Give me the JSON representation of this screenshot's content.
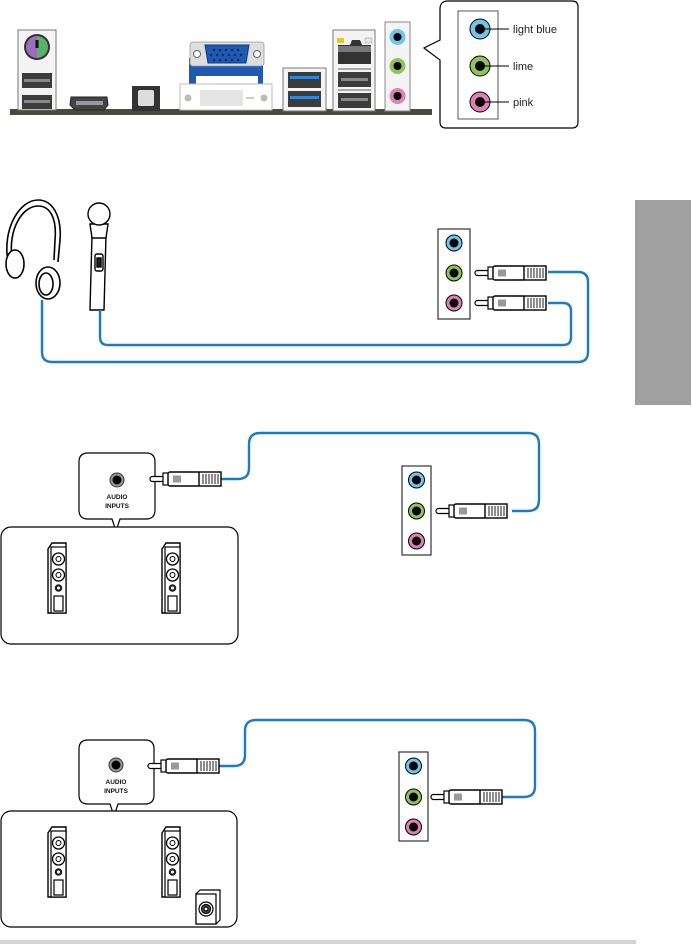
{
  "colors": {
    "cable": "#1a7cc4",
    "jack_light_blue": "#6ec6ea",
    "jack_lime": "#8dc556",
    "jack_pink": "#e07fb2",
    "side_tab": "#a0a0a0",
    "footer": "#d4d4d4"
  },
  "io_panel": {
    "ports": [
      {
        "name": "ps2-combo-port"
      },
      {
        "name": "usb-2-ports"
      },
      {
        "name": "hdmi-port"
      },
      {
        "name": "optical-spdif-port"
      },
      {
        "name": "vga-port"
      },
      {
        "name": "dvi-port"
      },
      {
        "name": "usb-3-ports"
      },
      {
        "name": "lan-port"
      },
      {
        "name": "audio-jacks"
      }
    ],
    "legend": [
      {
        "color": "light blue",
        "label": "light blue"
      },
      {
        "color": "lime",
        "label": "lime"
      },
      {
        "color": "pink",
        "label": "pink"
      }
    ]
  },
  "diagrams": [
    {
      "name": "headphone-and-mic",
      "devices": [
        "headphone",
        "microphone"
      ],
      "connections": [
        "lime",
        "pink"
      ]
    },
    {
      "name": "stereo-speakers",
      "audio_inputs_label": [
        "AUDIO",
        "INPUTS"
      ],
      "connections": [
        "lime"
      ]
    },
    {
      "name": "2.1-speakers",
      "audio_inputs_label": [
        "AUDIO",
        "INPUTS"
      ],
      "connections": [
        "lime"
      ]
    }
  ]
}
